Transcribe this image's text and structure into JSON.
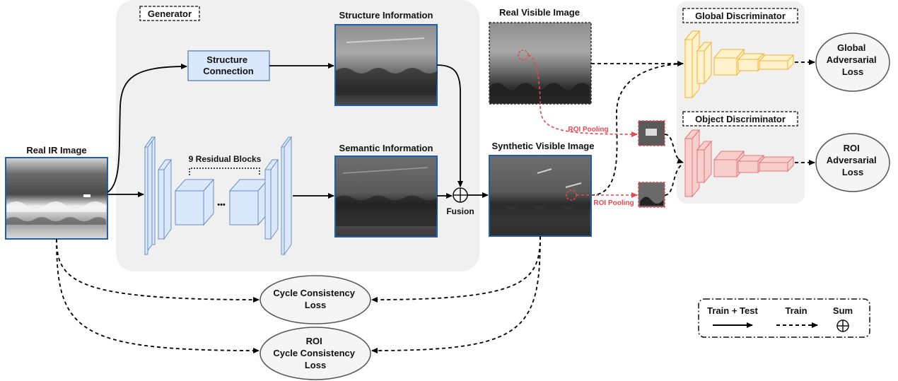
{
  "diagram": {
    "generator_label": "Generator",
    "inputs": {
      "real_ir_image": "Real IR Image"
    },
    "branches": {
      "structure_connection": [
        "Structure",
        "Connection"
      ],
      "residual_blocks": "9 Residual Blocks",
      "ellipsis": "•••",
      "structure_information": "Structure Information",
      "semantic_information": "Semantic Information",
      "fusion": "Fusion"
    },
    "outputs": {
      "real_visible_image": "Real Visible Image",
      "synthetic_visible_image": "Synthetic Visible Image"
    },
    "roi_pooling": {
      "top": "ROI Pooling",
      "bottom": "ROI Pooling"
    },
    "discriminators": {
      "global": "Global Discriminator",
      "object": "Object Discriminator"
    },
    "losses": {
      "global_adversarial": [
        "Global",
        "Adversarial",
        "Loss"
      ],
      "roi_adversarial": [
        "ROI",
        "Adversarial",
        "Loss"
      ],
      "cycle_consistency": [
        "Cycle Consistency",
        "Loss"
      ],
      "roi_cycle_consistency": [
        "ROI",
        "Cycle Consistency",
        "Loss"
      ]
    },
    "legend": {
      "train_test": "Train + Test",
      "train": "Train",
      "sum": "Sum"
    },
    "colors": {
      "panel": "#f0f0f0",
      "block_fill": "#dae8fc",
      "block_stroke": "#6c8ebf",
      "image_border": "#1f5fa8",
      "yellow_fill": "#fff2cc",
      "yellow_stroke": "#f5b133",
      "red_fill": "#f8cecc",
      "red_stroke": "#e0787a",
      "roi_red": "#e5484d",
      "ellipse_fill": "#f5f5f5"
    }
  }
}
